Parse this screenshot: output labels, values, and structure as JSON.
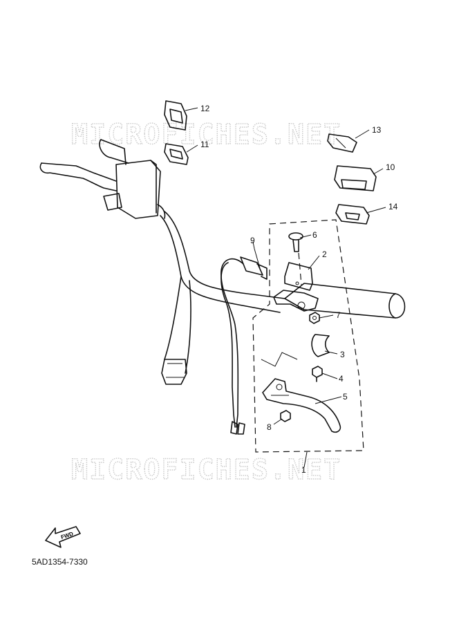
{
  "watermark": {
    "top_text": "MICROFICHES.NET",
    "bottom_text": "MICROFICHES.NET"
  },
  "callouts": {
    "n1": "1",
    "n2": "2",
    "n3": "3",
    "n4": "4",
    "n5": "5",
    "n6": "6",
    "n7": "7",
    "n8": "8",
    "n9": "9",
    "n10": "10",
    "n11": "11",
    "n12": "12",
    "n13": "13",
    "n14": "14"
  },
  "fwd_label": "FWD",
  "diagram_code": "5AD1354-7330"
}
